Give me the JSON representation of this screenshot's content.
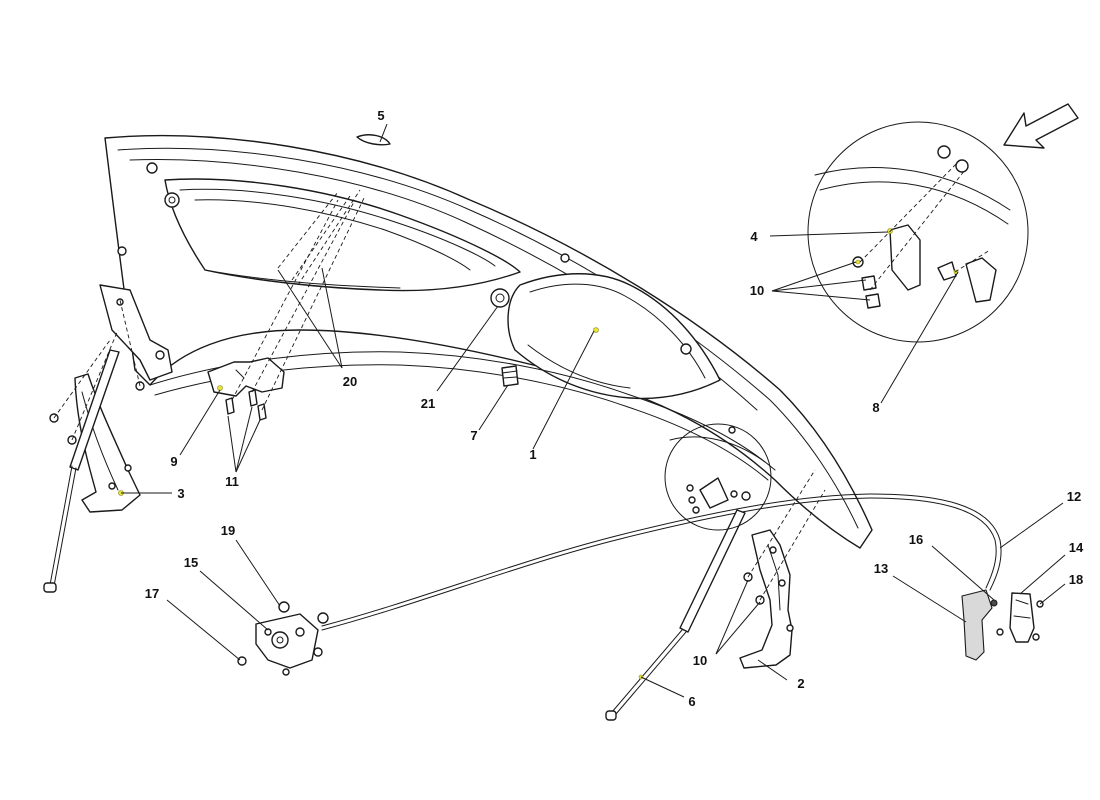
{
  "diagram": {
    "type": "exploded-parts-diagram",
    "subject": "front hood (bonnet) assembly with hinges, gas struts, lock and release cable",
    "callouts": [
      {
        "id": "callout-1",
        "label": "1"
      },
      {
        "id": "callout-2",
        "label": "2"
      },
      {
        "id": "callout-3",
        "label": "3"
      },
      {
        "id": "callout-4",
        "label": "4"
      },
      {
        "id": "callout-5",
        "label": "5"
      },
      {
        "id": "callout-6",
        "label": "6"
      },
      {
        "id": "callout-7",
        "label": "7"
      },
      {
        "id": "callout-8",
        "label": "8"
      },
      {
        "id": "callout-9",
        "label": "9"
      },
      {
        "id": "callout-10a",
        "label": "10"
      },
      {
        "id": "callout-10b",
        "label": "10"
      },
      {
        "id": "callout-11",
        "label": "11"
      },
      {
        "id": "callout-12",
        "label": "12"
      },
      {
        "id": "callout-13",
        "label": "13"
      },
      {
        "id": "callout-14",
        "label": "14"
      },
      {
        "id": "callout-15",
        "label": "15"
      },
      {
        "id": "callout-16",
        "label": "16"
      },
      {
        "id": "callout-17",
        "label": "17"
      },
      {
        "id": "callout-18",
        "label": "18"
      },
      {
        "id": "callout-19",
        "label": "19"
      },
      {
        "id": "callout-20",
        "label": "20"
      },
      {
        "id": "callout-21",
        "label": "21"
      }
    ],
    "icons": [
      "direction-arrow-icon"
    ],
    "colors": {
      "line": "#1a1a1a",
      "background": "#ffffff",
      "marker": "#e8e23a"
    }
  }
}
